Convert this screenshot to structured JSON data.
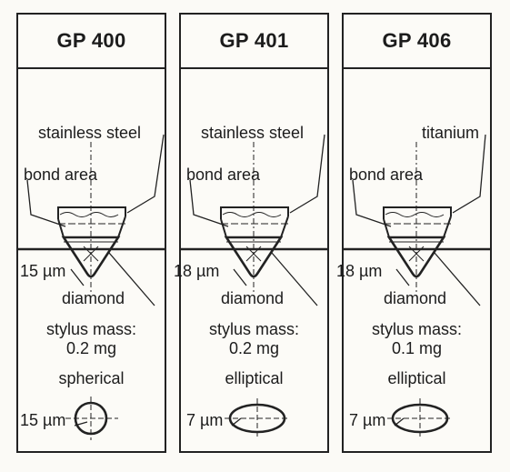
{
  "panels": [
    {
      "title": "GP 400",
      "material": "stainless steel",
      "bond_label": "bond area",
      "radius_label": "15 µm",
      "diamond_label": "diamond",
      "mass_label": "stylus mass:",
      "mass_value": "0.2 mg",
      "shape_label": "spherical",
      "shape_radius": "15 µm"
    },
    {
      "title": "GP 401",
      "material": "stainless steel",
      "bond_label": "bond area",
      "radius_label": "18 µm",
      "diamond_label": "diamond",
      "mass_label": "stylus mass:",
      "mass_value": "0.2 mg",
      "shape_label": "elliptical",
      "shape_radius": "7 µm"
    },
    {
      "title": "GP 406",
      "material": "titanium",
      "bond_label": "bond area",
      "radius_label": "18 µm",
      "diamond_label": "diamond",
      "mass_label": "stylus mass:",
      "mass_value": "0.1 mg",
      "shape_label": "elliptical",
      "shape_radius": "7 µm"
    }
  ]
}
